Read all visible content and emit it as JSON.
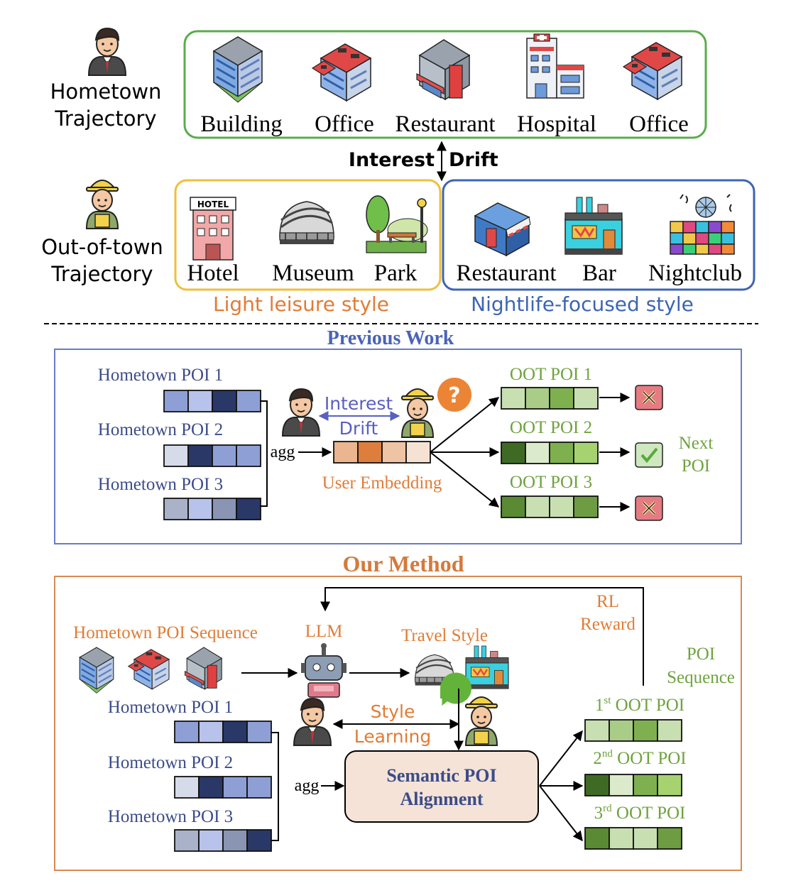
{
  "colors": {
    "green_box": "#5aac4c",
    "yellow_box": "#efbf3d",
    "blue_box": "#3d65b3",
    "orange_text": "#e07c36",
    "navy_text": "#3c4c8a",
    "green_text": "#6fa33f",
    "prev_border": "#6a7bc7",
    "our_border": "#d78a52",
    "purple_arrow": "#5a5fc0"
  },
  "top": {
    "hometown_label_1": "Hometown",
    "hometown_label_2": "Trajectory",
    "hometown_pois": [
      "Building",
      "Office",
      "Restaurant",
      "Hospital",
      "Office"
    ],
    "drift_left": "Interest",
    "drift_right": "Drift",
    "oot_label_1": "Out-of-town",
    "oot_label_2": "Trajectory",
    "leisure_pois": [
      "Hotel",
      "Museum",
      "Park"
    ],
    "nightlife_pois": [
      "Restaurant",
      "Bar",
      "Nightclub"
    ],
    "leisure_style": "Light leisure style",
    "nightlife_style": "Nightlife-focused style",
    "hotel_sign": "HOTEL"
  },
  "previous": {
    "title": "Previous Work",
    "hometown_pois": [
      "Hometown POI 1",
      "Hometown POI 2",
      "Hometown POI 3"
    ],
    "agg": "agg",
    "interest": "Interest",
    "drift": "Drift",
    "question": "?",
    "user_embedding": "User Embedding",
    "oot_pois": [
      "OOT POI 1",
      "OOT POI 2",
      "OOT POI 3"
    ],
    "next_poi_1": "Next",
    "next_poi_2": "POI"
  },
  "ours": {
    "title": "Our Method",
    "sequence_label": "Hometown POI Sequence",
    "llm": "LLM",
    "travel_style": "Travel Style",
    "rl_1": "RL",
    "rl_2": "Reward",
    "poi_seq_1": "POI",
    "poi_seq_2": "Sequence",
    "hometown_pois": [
      "Hometown POI 1",
      "Hometown POI 2",
      "Hometown POI 3"
    ],
    "style": "Style",
    "learning": "Learning",
    "exclaim": "!",
    "agg": "agg",
    "align_1": "Semantic POI",
    "align_2": "Alignment",
    "oot_num": [
      "1",
      "2",
      "3"
    ],
    "oot_sup": [
      "st",
      "nd",
      "rd"
    ],
    "oot_rest": " OOT POI"
  }
}
